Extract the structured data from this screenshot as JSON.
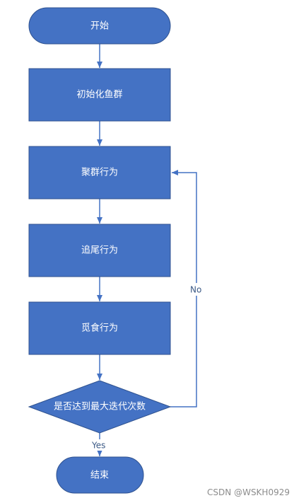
{
  "nodes": {
    "start": "开始",
    "init": "初始化鱼群",
    "swarm": "聚群行为",
    "follow": "追尾行为",
    "prey": "觅食行为",
    "decision": "是否达到最大迭代次数",
    "end": "结束"
  },
  "edges": {
    "no_label": "No",
    "yes_label": "Yes"
  },
  "watermark": "CSDN @WSKH0929",
  "colors": {
    "node_fill": "#4472c4",
    "node_stroke": "#2f528f",
    "connector": "#4472c4",
    "text": "#ffffff"
  }
}
